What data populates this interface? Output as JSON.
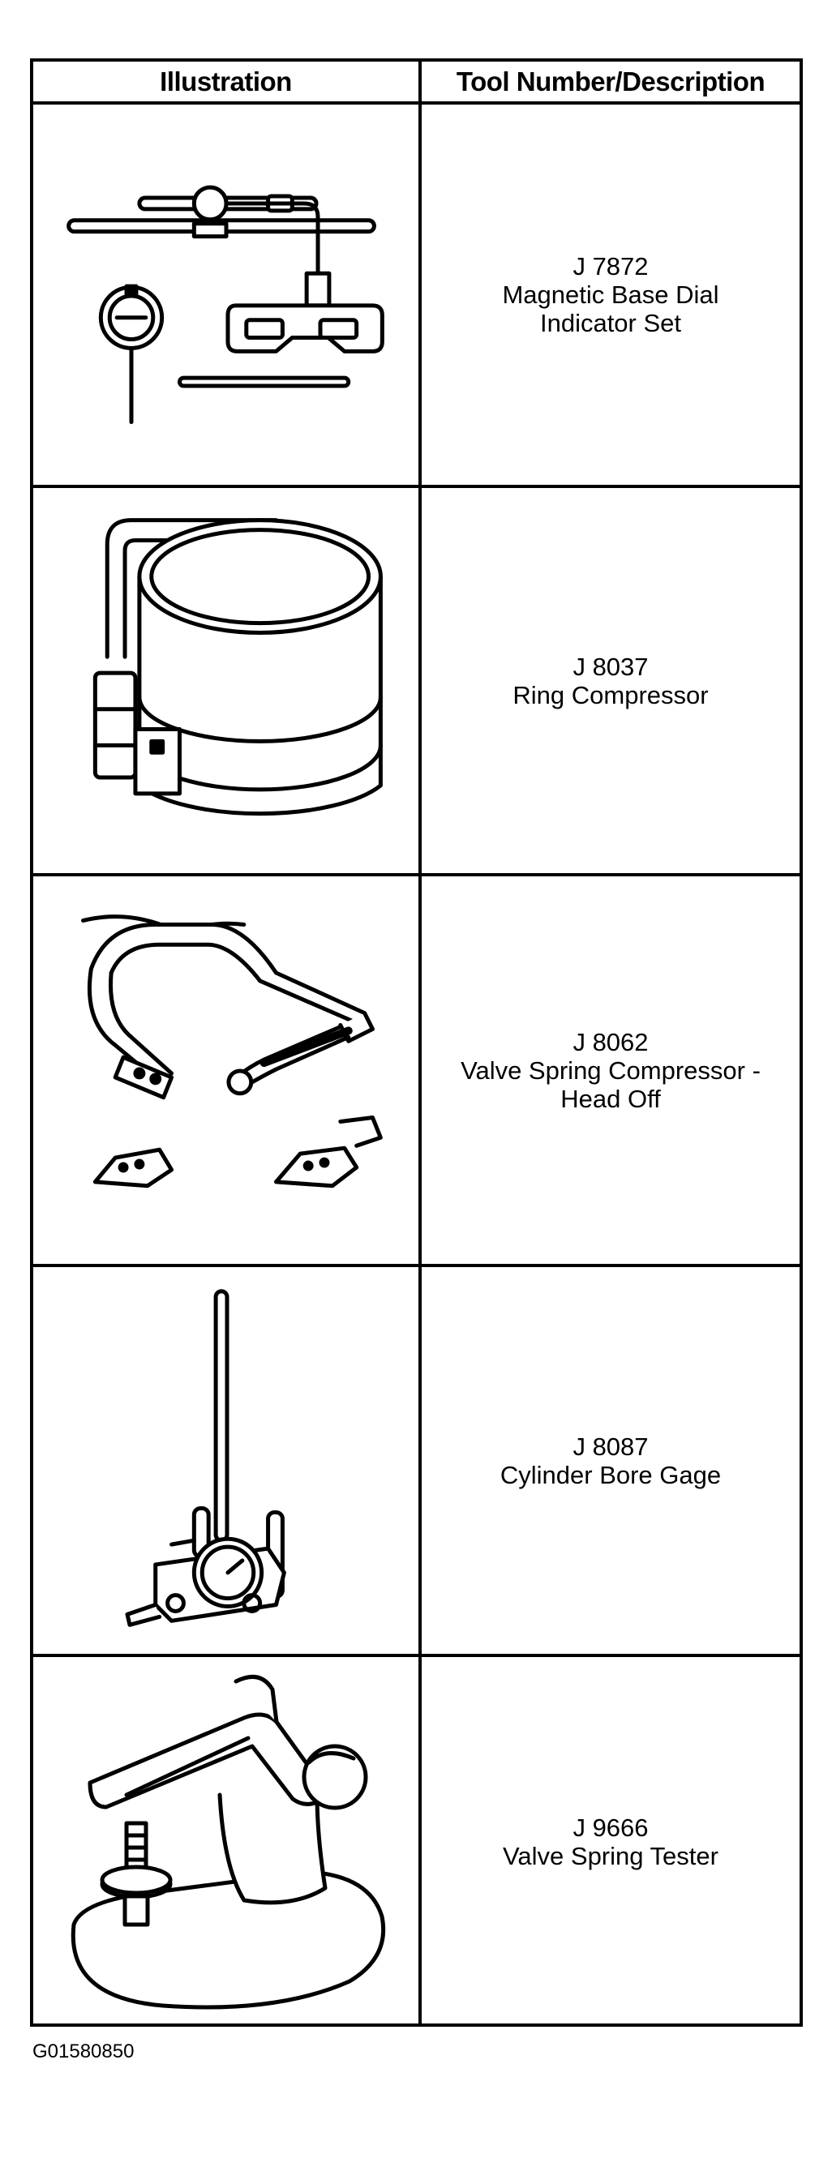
{
  "table": {
    "headers": {
      "illustration": "Illustration",
      "tool": "Tool Number/Description"
    },
    "rows": [
      {
        "number": "J 7872",
        "desc": [
          "Magnetic Base Dial",
          "Indicator Set"
        ],
        "icon": "dial-indicator-set-icon"
      },
      {
        "number": "J 8037",
        "desc": [
          "Ring Compressor"
        ],
        "icon": "ring-compressor-icon"
      },
      {
        "number": "J 8062",
        "desc": [
          "Valve Spring Compressor -",
          "Head Off"
        ],
        "icon": "valve-spring-compressor-icon"
      },
      {
        "number": "J 8087",
        "desc": [
          "Cylinder Bore Gage"
        ],
        "icon": "cylinder-bore-gage-icon"
      },
      {
        "number": "J 9666",
        "desc": [
          "Valve Spring Tester"
        ],
        "icon": "valve-spring-tester-icon"
      }
    ]
  },
  "caption": "G01580850"
}
